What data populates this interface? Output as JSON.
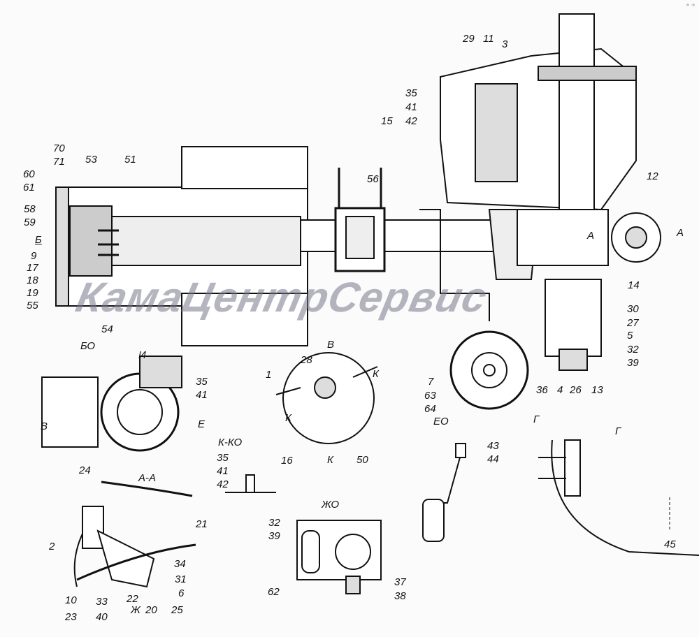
{
  "watermark": "КамаЦентрСервис",
  "corner_mark": "« ·»",
  "view_labels": [
    "Б",
    "А",
    "А",
    "БО",
    "В",
    "И",
    "Е",
    "В",
    "К",
    "К",
    "К",
    "ЕО",
    "Г",
    "Г",
    "К-КО",
    "А-А",
    "ЖО",
    "Ж"
  ],
  "part_numbers": [
    "29",
    "11",
    "3",
    "35",
    "41",
    "42",
    "15",
    "70",
    "71",
    "53",
    "51",
    "56",
    "12",
    "60",
    "61",
    "58",
    "59",
    "9",
    "17",
    "18",
    "19",
    "55",
    "14",
    "30",
    "27",
    "5",
    "32",
    "39",
    "54",
    "28",
    "1",
    "35",
    "41",
    "7",
    "63",
    "64",
    "36",
    "4",
    "26",
    "13",
    "50",
    "35",
    "41",
    "42",
    "16",
    "43",
    "44",
    "24",
    "21",
    "2",
    "34",
    "31",
    "6",
    "25",
    "10",
    "33",
    "22",
    "23",
    "40",
    "20",
    "32",
    "39",
    "37",
    "38",
    "62",
    "45"
  ]
}
